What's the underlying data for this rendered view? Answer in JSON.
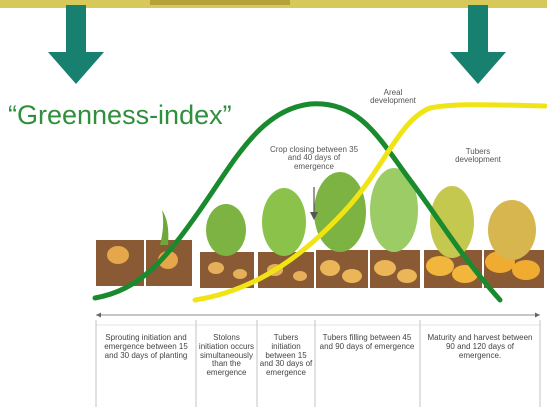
{
  "title": "“Greenness-index”",
  "annotations": {
    "areal": "Areal development",
    "tubers_dev": "Tubers development",
    "crop_closing": "Crop closing between 35 and 40 days of emergence"
  },
  "stages": [
    "Sprouting initiation and emergence between 15 and 30 days of planting",
    "Stolons initiation occurs simultaneously than the emergence",
    "Tubers initiation between 15 and 30 days of emergence",
    "Tubers filling between 45 and 90 days of emergence",
    "Maturity and harvest between 90 and 120 days of emergence."
  ],
  "colors": {
    "green_curve": "#1a8a2e",
    "yellow_curve": "#f1e415",
    "arrow": "#17806f",
    "title": "#2f8f3c",
    "soil": "#8a5a35"
  },
  "icons": [
    "down-arrow-icon",
    "down-arrow-icon"
  ]
}
